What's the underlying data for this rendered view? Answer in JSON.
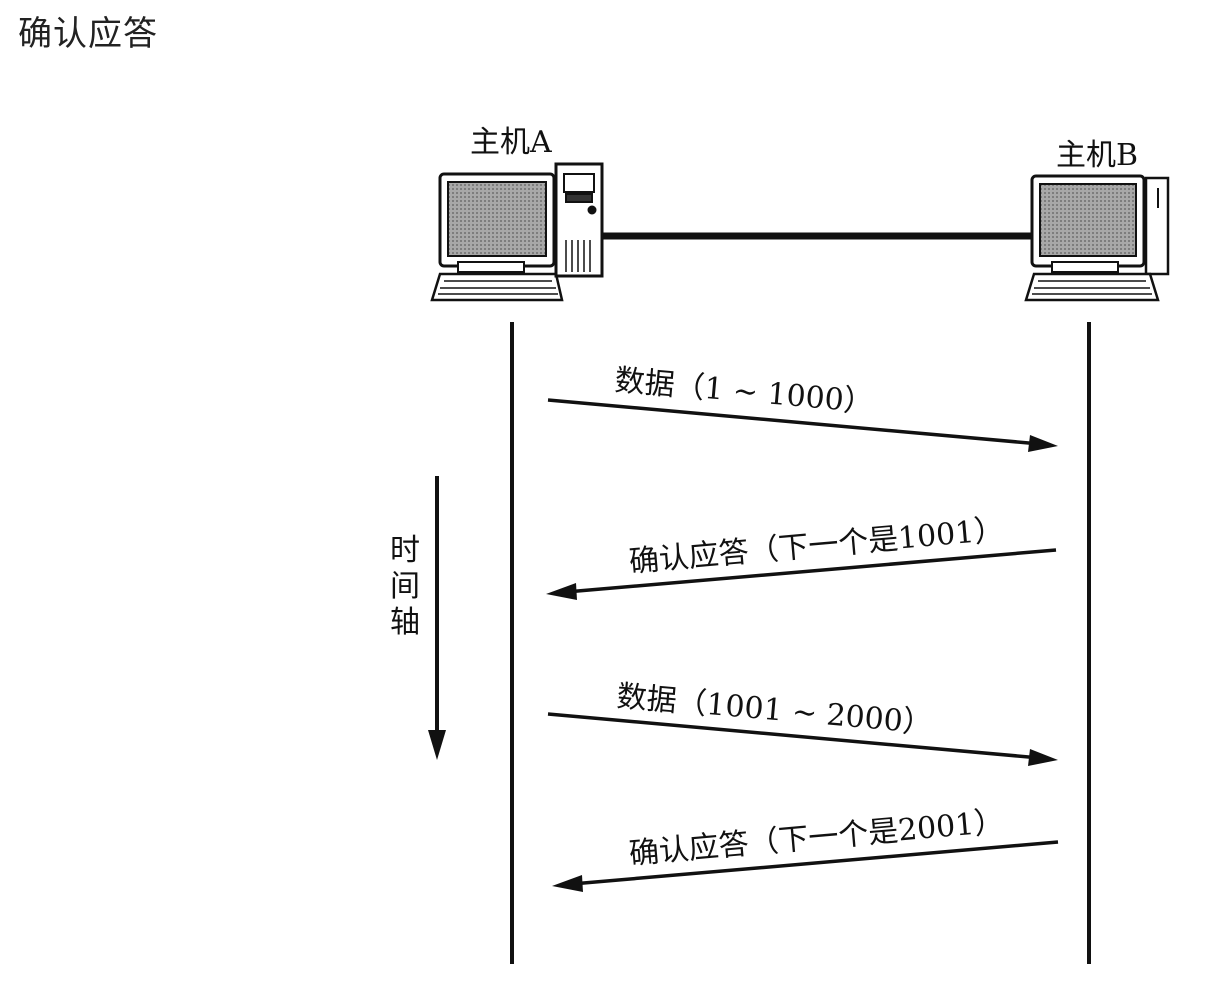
{
  "title": "确认应答",
  "host_a": {
    "label": "主机A"
  },
  "host_b": {
    "label": "主机B"
  },
  "time_axis": {
    "label_chars": [
      "时",
      "间",
      "轴"
    ]
  },
  "messages": [
    {
      "direction": "A->B",
      "label": "数据（1 ~ 1000）"
    },
    {
      "direction": "B->A",
      "label": "确认应答（下一个是1001）"
    },
    {
      "direction": "A->B",
      "label": "数据（1001 ~ 2000）"
    },
    {
      "direction": "B->A",
      "label": "确认应答（下一个是2001）"
    }
  ],
  "colors": {
    "line": "#111111",
    "screen": "#9a9a9a",
    "body": "#ffffff"
  }
}
